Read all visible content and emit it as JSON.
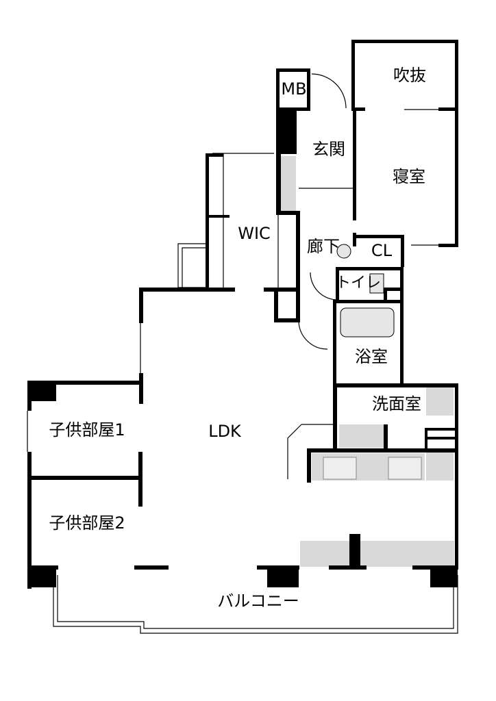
{
  "rooms": {
    "fukinuke": "吹抜",
    "mb": "MB",
    "genkan": "玄関",
    "shinshitsu": "寝室",
    "wic": "WIC",
    "rouka": "廊下",
    "cl": "CL",
    "toilet": "トイレ",
    "yokushitsu": "浴室",
    "senmenjo": "洗面室",
    "ldk": "LDK",
    "kodomo1": "子供部屋1",
    "kodomo2": "子供部屋2",
    "balcony": "バルコニー"
  }
}
